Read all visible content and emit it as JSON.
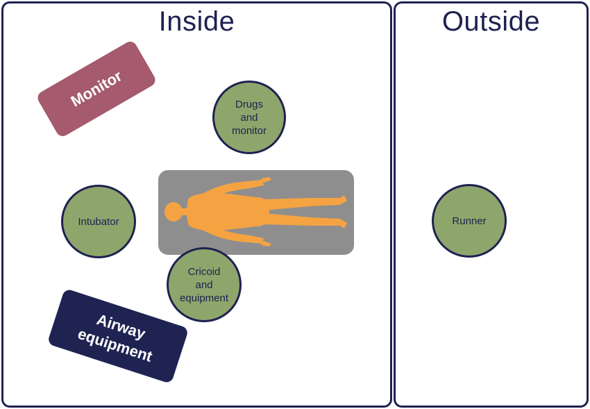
{
  "zones": {
    "inside": {
      "title": "Inside"
    },
    "outside": {
      "title": "Outside"
    }
  },
  "roles": {
    "drugs_monitor": "Drugs\nand\nmonitor",
    "intubator": "Intubator",
    "cricoid": "Cricoid\nand\nequipment",
    "runner": "Runner"
  },
  "cards": {
    "monitor": "Monitor",
    "airway": "Airway\nequipment"
  },
  "colors": {
    "border": "#1f2150",
    "role_fill": "#8ea66c",
    "monitor_card": "#a55a6e",
    "airway_card": "#1e2352",
    "bed": "#8e8e8e",
    "patient": "#f5a342"
  },
  "icons": {
    "patient": "person-silhouette-icon"
  }
}
